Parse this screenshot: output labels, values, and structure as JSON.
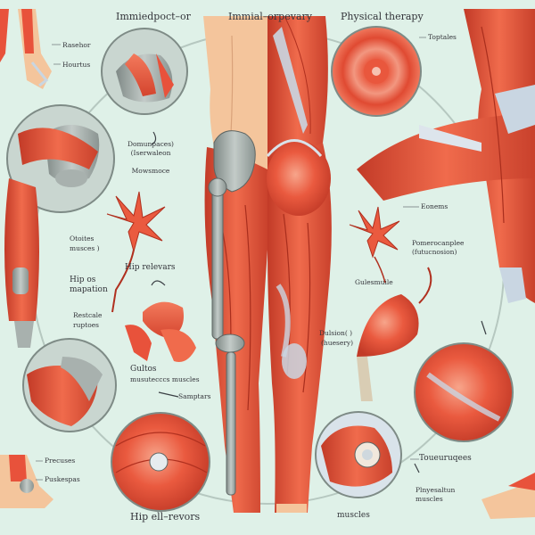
{
  "titles": {
    "left": "Immiedpoct–or",
    "center": "Immial–orpevary",
    "right": "Physical therapy"
  },
  "labels": {
    "tl_1": "Rasehor",
    "tl_2": "Hourtus",
    "top_right": "Toptales",
    "center_mid_1": "Domunpaces)",
    "center_mid_2": "(Iserwaleon",
    "center_mid_3": "Mowsmoce",
    "left_mid_1": "Otoites",
    "left_mid_2": "musces )",
    "hip_1": "Hip relevars",
    "hip_2": "Hip os",
    "hip_3": "mapation",
    "left_low_1": "Restcale",
    "left_low_2": "ruptoes",
    "right_mid": "Eonems",
    "right_mid2_1": "Pomerocanplee",
    "right_mid2_2": "(futucnosion)",
    "gulesmuile": "Gulesmuile",
    "dulsior_1": "Dulsion( )",
    "dulsior_2": "(huesery)",
    "bottom_mid_1": "Gultos",
    "bottom_mid_2": "musutecccs muscles",
    "samptars": "Samptars",
    "bottom_left_1": "Precuses",
    "bottom_left_2": "Puskespas",
    "bottom_right_1": "Toueuruqees",
    "bottom_right_2": "Plnyesaltun",
    "bottom_right_3": "muscles",
    "bottom_muscles": "muscles",
    "hip_extensors": "Hip ell–revors"
  },
  "colors": {
    "background": "#dff1e8",
    "muscle": "#e8523b",
    "muscle_dark": "#c23a27",
    "muscle_light": "#f37a5c",
    "bone": "#a8b1ae",
    "tendon": "#c9d6e2",
    "skin": "#f4c59c"
  }
}
